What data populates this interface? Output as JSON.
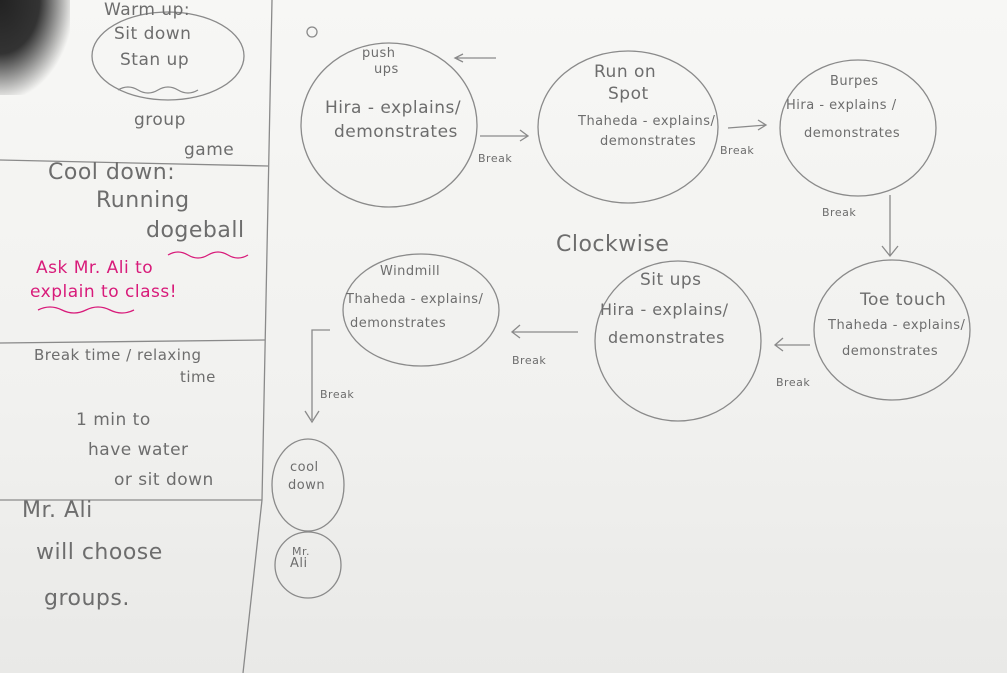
{
  "sidebar": {
    "warmup_title": "Warm up:",
    "warmup_line1": "Sit down",
    "warmup_line2": "Stan up",
    "group_line1": "group",
    "group_line2": "game",
    "cooldown_title": "Cool down:",
    "cooldown_line1": "Running",
    "cooldown_line2": "dogeball",
    "note_line1": "Ask Mr. Ali to",
    "note_line2": "explain to class!",
    "break_line1": "Break time / relaxing",
    "break_line2": "time",
    "water_line1": "1 min to",
    "water_line2": "have water",
    "water_line3": "or sit down",
    "groups_line1": "Mr. Ali",
    "groups_line2": "will choose",
    "groups_line3": "groups."
  },
  "diagram": {
    "page_mark": "o",
    "center_label": "Clockwise",
    "break_label": "Break",
    "nodes": [
      {
        "title1": "push",
        "title2": "ups",
        "person": "Hira - explains/",
        "verb": "demonstrates"
      },
      {
        "title1": "Run on",
        "title2": "Spot",
        "person": "Thaheda - explains/",
        "verb": "demonstrates"
      },
      {
        "title1": "Burpes",
        "person": "Hira - explains /",
        "verb": "demonstrates"
      },
      {
        "title1": "Toe touch",
        "person": "Thaheda - explains/",
        "verb": "demonstrates"
      },
      {
        "title1": "Sit ups",
        "person": "Hira - explains/",
        "verb": "demonstrates"
      },
      {
        "title1": "Windmill",
        "person": "Thaheda - explains/",
        "verb": "demonstrates"
      },
      {
        "title1": "cool",
        "title2": "down"
      },
      {
        "title1": "Mr.",
        "title2": "Ali"
      }
    ]
  },
  "colors": {
    "pencil": "#6d6d6d",
    "pink_pen": "#d81b7a",
    "paper": "#f5f5f3",
    "background": "#4a4a48"
  }
}
